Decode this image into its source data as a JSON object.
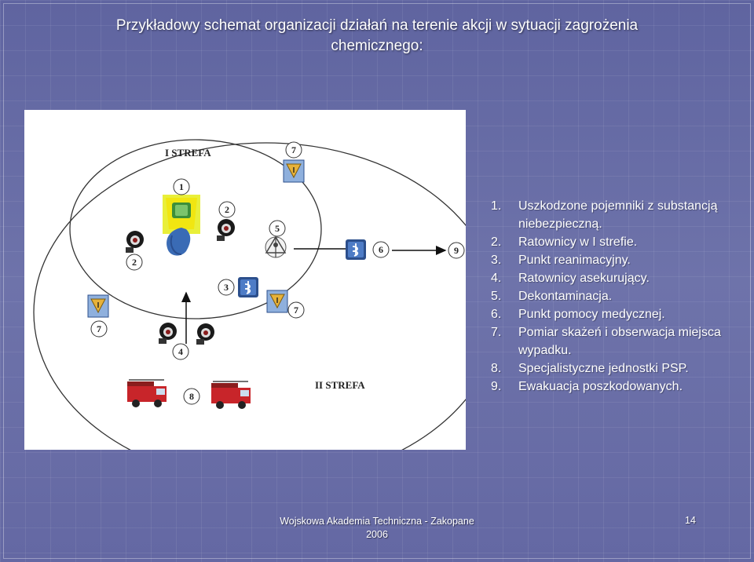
{
  "slide": {
    "title_line1": "Przykładowy schemat organizacji działań na terenie akcji w sytuacji zagrożenia",
    "title_line2": "chemicznego:",
    "footer_line1": "Wojskowa Akademia Techniczna - Zakopane",
    "footer_line2": "2006",
    "page_number": "14"
  },
  "diagram": {
    "zone1_label": "I STREFA",
    "zone2_label": "II STREFA",
    "markers": {
      "m1": "1",
      "m2a": "2",
      "m2b": "2",
      "m3": "3",
      "m4": "4",
      "m5": "5",
      "m6": "6",
      "m7a": "7",
      "m7b": "7",
      "m7c": "7",
      "m8": "8",
      "m9": "9"
    }
  },
  "legend": [
    {
      "num": "1.",
      "text": "Uszkodzone pojemniki z substancją niebezpieczną."
    },
    {
      "num": "2.",
      "text": "Ratownicy w I strefie."
    },
    {
      "num": "3.",
      "text": "Punkt reanimacyjny."
    },
    {
      "num": "4.",
      "text": "Ratownicy asekurujący."
    },
    {
      "num": "5.",
      "text": "Dekontaminacja."
    },
    {
      "num": "6.",
      "text": "Punkt pomocy medycznej."
    },
    {
      "num": "7.",
      "text": "Pomiar skażeń i obserwacja miejsca wypadku."
    },
    {
      "num": "8.",
      "text": "Specjalistyczne jednostki PSP."
    },
    {
      "num": "9.",
      "text": "Ewakuacja poszkodowanych."
    }
  ]
}
